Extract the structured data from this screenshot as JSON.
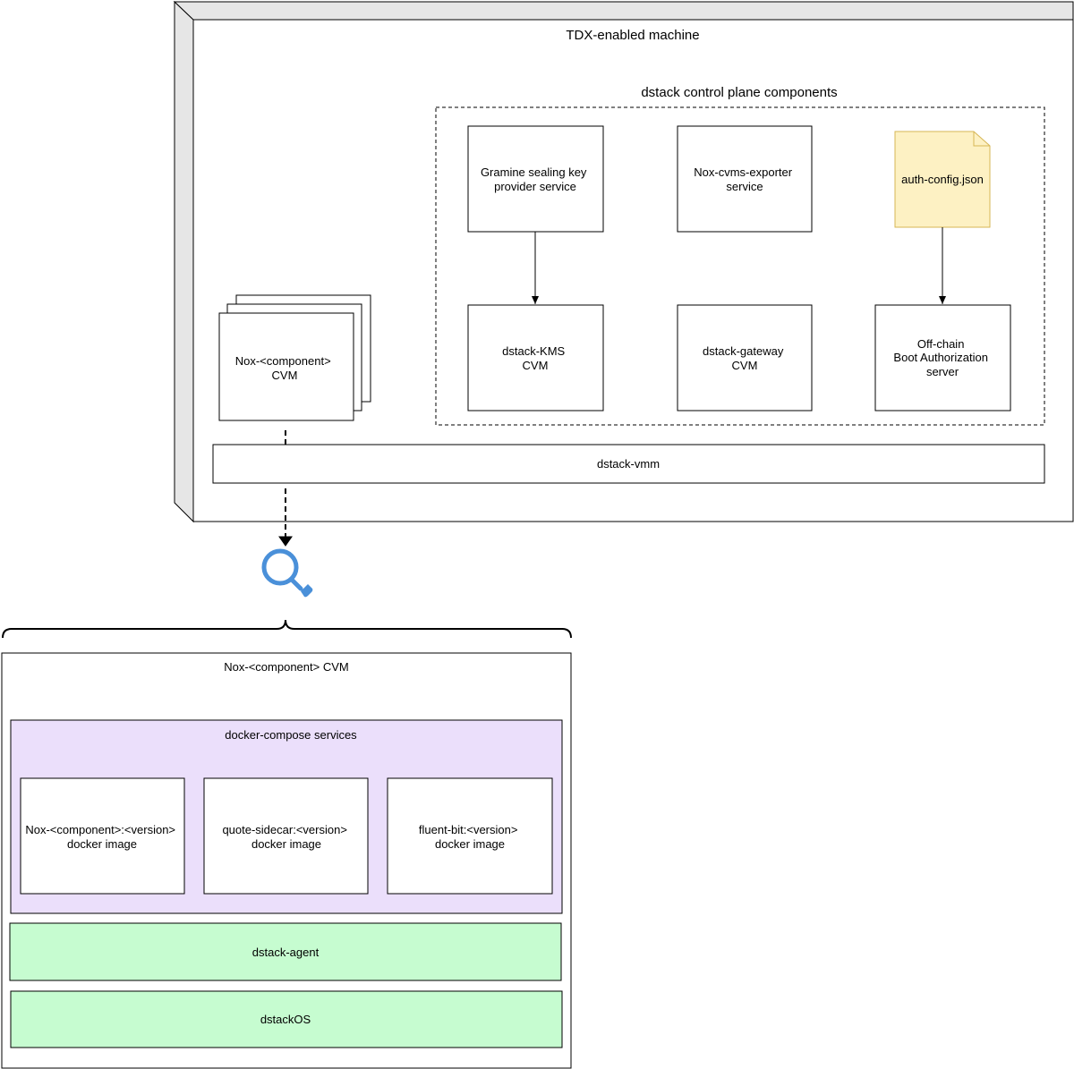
{
  "machine": {
    "title": "TDX-enabled machine"
  },
  "control_plane": {
    "title": "dstack control plane components",
    "gramine": [
      "Gramine sealing key",
      "provider service"
    ],
    "exporter": [
      "Nox-cvms-exporter",
      "service"
    ],
    "auth_config": "auth-config.json",
    "kms": [
      "dstack-KMS",
      "CVM"
    ],
    "gateway": [
      "dstack-gateway",
      "CVM"
    ],
    "offchain": [
      "Off-chain",
      "Boot Authorization",
      "server"
    ]
  },
  "nox_stack": [
    "Nox-<component>",
    "CVM"
  ],
  "vmm": "dstack-vmm",
  "zoom": {
    "icon": "magnifier-icon",
    "color": "#4a90d9"
  },
  "cvm_detail": {
    "title": "Nox-<component> CVM",
    "compose": {
      "title": "docker-compose services",
      "color": "#ebdffb",
      "images": [
        [
          "Nox-<component>:<version>",
          "docker image"
        ],
        [
          "quote-sidecar:<version>",
          "docker image"
        ],
        [
          "fluent-bit:<version>",
          "docker image"
        ]
      ]
    },
    "agent": "dstack-agent",
    "os": "dstackOS",
    "layer_color": "#c6fcd0"
  },
  "colors": {
    "note_fill": "#fdf1c3",
    "note_stroke": "#d6b656",
    "machine_side": "#e6e6e6"
  }
}
